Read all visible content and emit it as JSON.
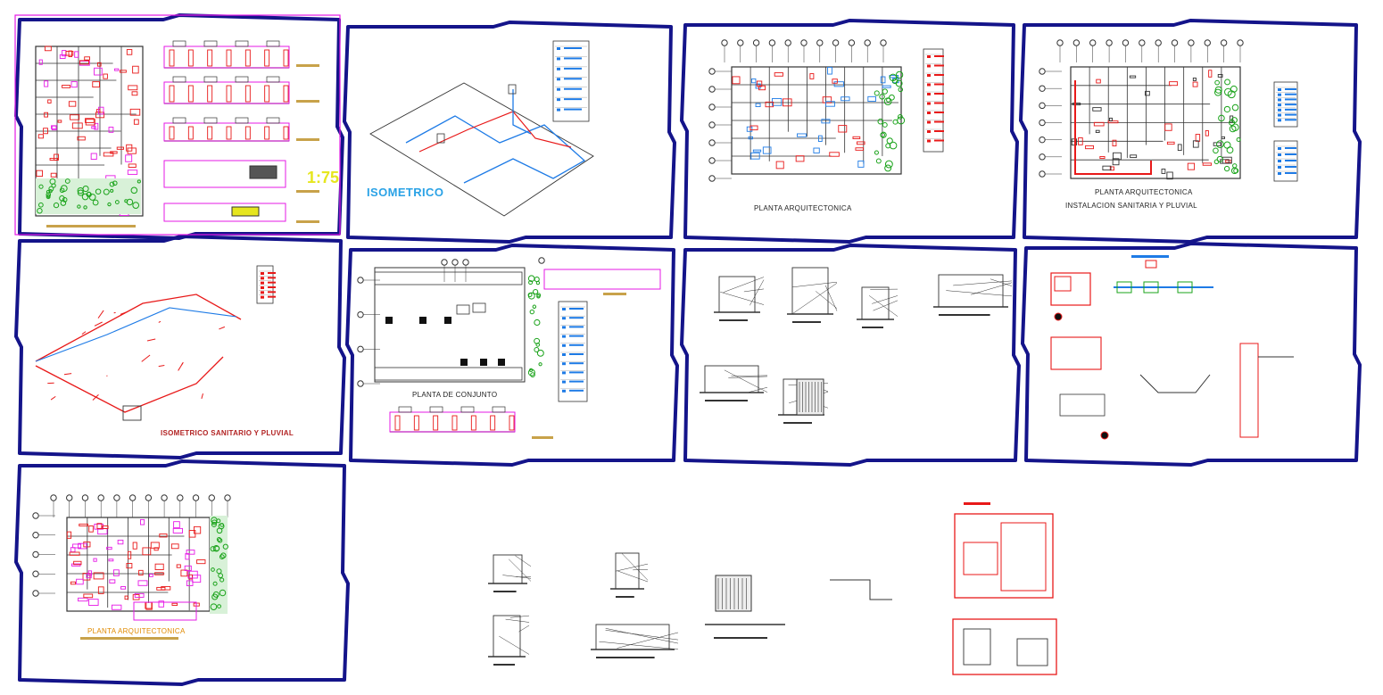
{
  "colors": {
    "frame": "#14148a",
    "red": "#e81919",
    "magenta": "#e619e6",
    "blue": "#1e7be6",
    "green": "#1aa31a",
    "yellow": "#e6e61e",
    "dark": "#333333"
  },
  "sheets": {
    "s1": {
      "scale": "1:75"
    },
    "s2": {
      "title": "ISOMETRICO"
    },
    "s3": {
      "title": "PLANTA ARQUITECTONICA"
    },
    "s4": {
      "title": "PLANTA ARQUITECTONICA",
      "subtitle": "INSTALACION SANITARIA Y PLUVIAL"
    },
    "s5": {
      "title": "ISOMETRICO SANITARIO Y PLUVIAL"
    },
    "s6": {
      "title": "PLANTA DE CONJUNTO"
    },
    "s9": {
      "title": "PLANTA ARQUITECTONICA"
    }
  }
}
